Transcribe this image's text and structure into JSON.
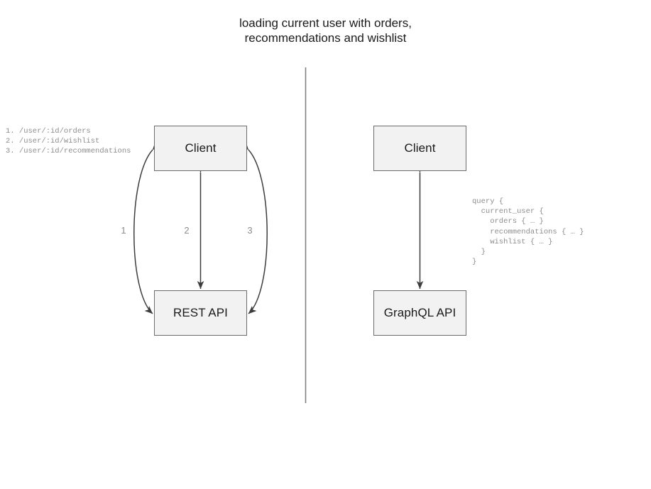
{
  "title": "loading current user with orders,\nrecommendations and wishlist",
  "colors": {
    "background": "#ffffff",
    "box_fill": "#f2f2f2",
    "box_border": "#6b6b6b",
    "text": "#1a1a1a",
    "muted_text": "#8d8d8d",
    "arrow": "#4d4d4d",
    "divider": "#808080"
  },
  "left_panel": {
    "endpoints_label": "1. /user/:id/orders\n2. /user/:id/wishlist\n3. /user/:id/recommendations",
    "endpoints": [
      {
        "number": "1",
        "path": "/user/:id/orders"
      },
      {
        "number": "2",
        "path": "/user/:id/wishlist"
      },
      {
        "number": "3",
        "path": "/user/:id/recommendations"
      }
    ],
    "nodes": {
      "client": "Client",
      "api": "REST API"
    },
    "edge_numbers": [
      "1",
      "2",
      "3"
    ]
  },
  "right_panel": {
    "nodes": {
      "client": "Client",
      "api": "GraphQL API"
    },
    "query": "query {\n  current_user {\n    orders { … }\n    recommendations { … }\n    wishlist { … }\n  }\n}"
  }
}
